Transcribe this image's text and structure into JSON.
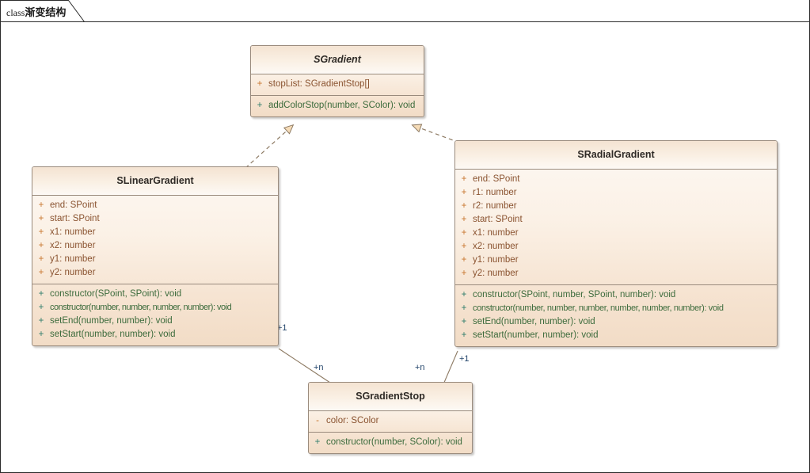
{
  "diagram": {
    "tab_keyword": "class",
    "tab_name": "渐变结构",
    "frame_border_color": "#2b2b2b",
    "class_border_color": "#9a8b7d",
    "attribute_color": "#8a5330",
    "operation_color": "#3c6b3c",
    "multiplicity_color": "#23456b",
    "canvas_background": "#ffffff"
  },
  "classes": {
    "sgradient": {
      "name": "SGradient",
      "is_abstract": true,
      "attributes": [
        {
          "visibility": "+",
          "text": "stopList: SGradientStop[]"
        }
      ],
      "operations": [
        {
          "visibility": "+",
          "text": "addColorStop(number, SColor): void"
        }
      ]
    },
    "slineargradient": {
      "name": "SLinearGradient",
      "is_abstract": false,
      "attributes": [
        {
          "visibility": "+",
          "text": "end: SPoint"
        },
        {
          "visibility": "+",
          "text": "start: SPoint"
        },
        {
          "visibility": "+",
          "text": "x1: number"
        },
        {
          "visibility": "+",
          "text": "x2: number"
        },
        {
          "visibility": "+",
          "text": "y1: number"
        },
        {
          "visibility": "+",
          "text": "y2: number"
        }
      ],
      "operations": [
        {
          "visibility": "+",
          "text": "constructor(SPoint, SPoint): void"
        },
        {
          "visibility": "+",
          "text": "constructor(number, number, number, number): void"
        },
        {
          "visibility": "+",
          "text": "setEnd(number, number): void"
        },
        {
          "visibility": "+",
          "text": "setStart(number, number): void"
        }
      ]
    },
    "sradialgradient": {
      "name": "SRadialGradient",
      "is_abstract": false,
      "attributes": [
        {
          "visibility": "+",
          "text": "end: SPoint"
        },
        {
          "visibility": "+",
          "text": "r1: number"
        },
        {
          "visibility": "+",
          "text": "r2: number"
        },
        {
          "visibility": "+",
          "text": "start: SPoint"
        },
        {
          "visibility": "+",
          "text": "x1: number"
        },
        {
          "visibility": "+",
          "text": "x2: number"
        },
        {
          "visibility": "+",
          "text": "y1: number"
        },
        {
          "visibility": "+",
          "text": "y2: number"
        }
      ],
      "operations": [
        {
          "visibility": "+",
          "text": "constructor(SPoint, number, SPoint, number): void"
        },
        {
          "visibility": "+",
          "text": "constructor(number, number, number, number, number, number): void"
        },
        {
          "visibility": "+",
          "text": "setEnd(number, number): void"
        },
        {
          "visibility": "+",
          "text": "setStart(number, number): void"
        }
      ]
    },
    "sgradientstop": {
      "name": "SGradientStop",
      "is_abstract": false,
      "attributes": [
        {
          "visibility": "-",
          "text": "color: SColor"
        }
      ],
      "operations": [
        {
          "visibility": "+",
          "text": "constructor(number, SColor): void"
        }
      ]
    }
  },
  "relationships": [
    {
      "kind": "realization",
      "from": "SLinearGradient",
      "to": "SGradient",
      "line_style": "dashed",
      "arrow": "hollow-triangle"
    },
    {
      "kind": "realization",
      "from": "SRadialGradient",
      "to": "SGradient",
      "line_style": "dashed",
      "arrow": "hollow-triangle"
    },
    {
      "kind": "association",
      "from": "SLinearGradient",
      "to": "SGradientStop",
      "line_style": "solid",
      "arrow": "none",
      "source_multiplicity": "+1",
      "target_multiplicity": "+n"
    },
    {
      "kind": "association",
      "from": "SRadialGradient",
      "to": "SGradientStop",
      "line_style": "solid",
      "arrow": "none",
      "source_multiplicity": "+1",
      "target_multiplicity": "+n"
    }
  ],
  "multiplicity_labels": {
    "linear_one": "+1",
    "linear_n": "+n",
    "radial_n": "+n",
    "radial_one": "+1"
  }
}
